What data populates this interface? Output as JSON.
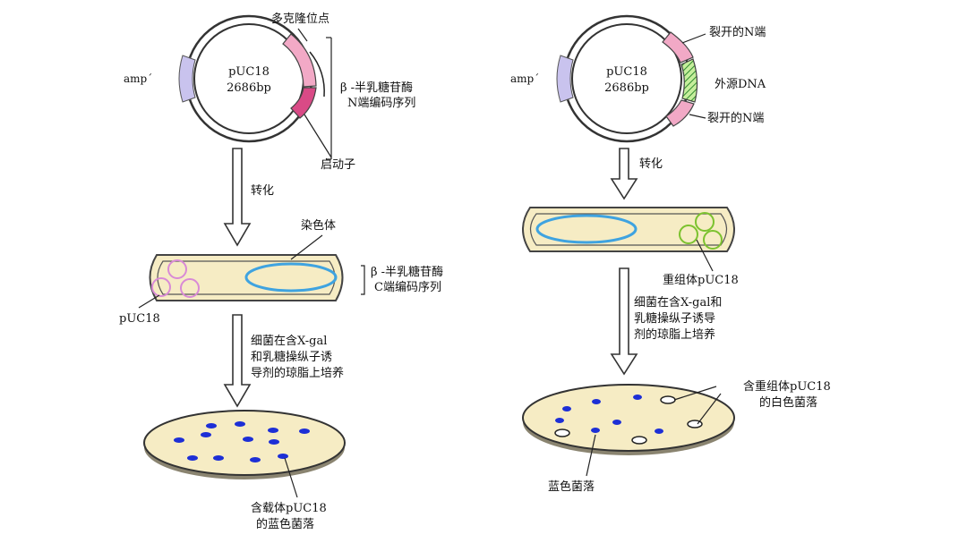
{
  "left": {
    "plasmid": {
      "name": "pUC18",
      "size": "2686bp",
      "amp": "amp´",
      "mcs": "多克隆位点",
      "lacz_n_line1": "β -半乳糖苷酶",
      "lacz_n_line2": "N端编码序列",
      "promoter": "启动子"
    },
    "transform": "转化",
    "cell": {
      "chromosome": "染色体",
      "lacz_c_line1": "β -半乳糖苷酶",
      "lacz_c_line2": "C端编码序列",
      "puc18": "pUC18"
    },
    "culture": {
      "line1": "细菌在含X-gal",
      "line2": "和乳糖操纵子诱",
      "line3": "导剂的琼脂上培养"
    },
    "colony": {
      "line1": "含载体pUC18",
      "line2": "的蓝色菌落"
    }
  },
  "right": {
    "plasmid": {
      "name": "pUC18",
      "size": "2686bp",
      "amp": "amp´",
      "cut_top": "裂开的N端",
      "foreign": "外源DNA",
      "cut_bottom": "裂开的N端"
    },
    "transform": "转化",
    "cell": {
      "recombinant": "重组体pUC18"
    },
    "culture": {
      "line1": "细菌在含X-gal和",
      "line2": "乳糖操纵子诱导",
      "line3": "剂的琼脂上培养"
    },
    "colony": {
      "white_line1": "含重组体pUC18",
      "white_line2": "的白色菌落",
      "blue": "蓝色菌落"
    }
  },
  "colors": {
    "amp_segment": "#c9c3ee",
    "lacz_segment": "#f2a9c6",
    "promoter_segment": "#d94a86",
    "foreign_dna": "#7fd16a",
    "plate_fill": "#f6ecc4",
    "blue_colony": "#1d2fd6",
    "chromosome": "#3fa3e0",
    "plasmid_pink": "#d98ad6",
    "plasmid_green": "#7cc22f"
  }
}
